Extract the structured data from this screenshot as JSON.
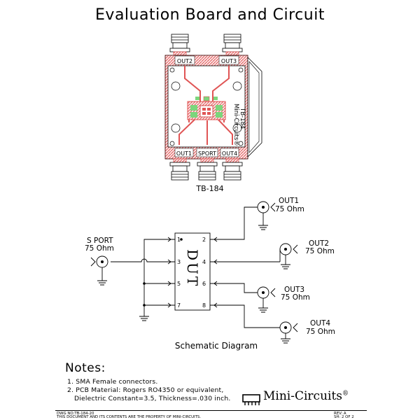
{
  "title": "Evaluation Board and Circuit",
  "board": {
    "name": "TB-184",
    "silkscreen": {
      "out1": "OUT1",
      "out2": "OUT2",
      "out3": "OUT3",
      "out4": "OUT4",
      "sport": "SPORT",
      "brand": "Mini-Circuits®",
      "model": "TB-184"
    }
  },
  "schematic": {
    "caption": "Schematic Diagram",
    "dut_label": "DUT",
    "input": {
      "name": "S PORT",
      "impedance": "75 Ohm"
    },
    "outputs": [
      {
        "name": "OUT1",
        "impedance": "75 Ohm"
      },
      {
        "name": "OUT2",
        "impedance": "75 Ohm"
      },
      {
        "name": "OUT3",
        "impedance": "75 Ohm"
      },
      {
        "name": "OUT4",
        "impedance": "75 Ohm"
      }
    ],
    "pins": [
      "1",
      "2",
      "3",
      "4",
      "5",
      "6",
      "7",
      "8"
    ]
  },
  "notes": {
    "heading": "Notes:",
    "items": [
      "1. SMA Female connectors.",
      "2. PCB Material: Rogers RO4350 or equivalent,",
      "Dielectric Constant=3.5, Thickness=.030 inch."
    ]
  },
  "logo": {
    "text": "Mini-Circuits",
    "reg": "®"
  },
  "footer": {
    "dwg_no": "DWG NO:TB-184-20",
    "property": "THIS DOCUMENT AND ITS CONTENTS ARE THE PROPERTY OF MINI-CIRCUITS.",
    "rev": "REV: A",
    "sheet": "SH: 2 OF 2"
  }
}
